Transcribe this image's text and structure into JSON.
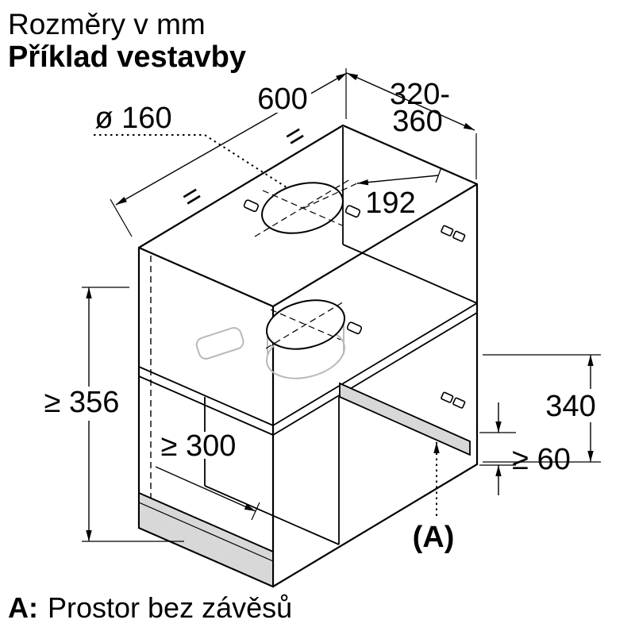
{
  "header": {
    "line1": "Rozměry v mm",
    "line2": "Příklad vestavby"
  },
  "footer": {
    "label": "A:",
    "text": "Prostor bez závěsů"
  },
  "dims": {
    "diameter": "ø 160",
    "width": "600",
    "depth_top1": "320-",
    "depth_top2": "360",
    "hole_to_edge": "192",
    "niche_height": "≥ 356",
    "lower_depth": "≥ 300",
    "right_height": "340",
    "hinge_clearance": "≥ 60",
    "area_label": "(A)",
    "equal_mark": "="
  },
  "colors": {
    "shaded": "#d8d8d8",
    "light": "#b9b9b9"
  }
}
